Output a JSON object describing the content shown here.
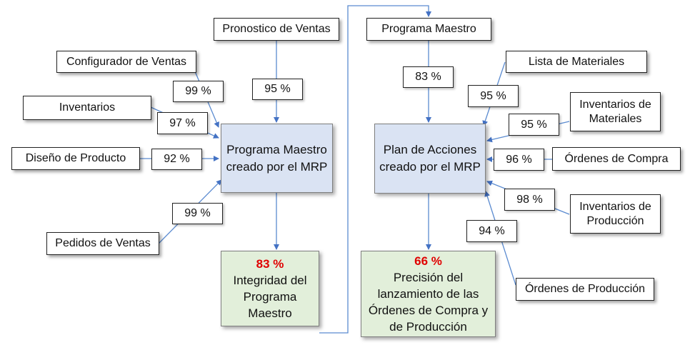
{
  "diagram": {
    "sources_left": {
      "pronostico": "Pronostico de Ventas",
      "configurador": "Configurador de Ventas",
      "inventarios": "Inventarios",
      "diseno": "Diseño de Producto",
      "pedidos": "Pedidos de Ventas"
    },
    "pct_left": {
      "pronostico": "95 %",
      "configurador": "99 %",
      "inventarios": "97 %",
      "diseno": "92 %",
      "pedidos": "99 %"
    },
    "process_left": "Programa Maestro creado por el MRP",
    "result_left": {
      "value": "83 %",
      "label": "Integridad del Programa Maestro"
    },
    "sources_right": {
      "programa": "Programa Maestro",
      "lista": "Lista de Materiales",
      "inv_materiales": "Inventarios de Materiales",
      "ordenes_compra": "Órdenes de Compra",
      "inv_produccion": "Inventarios de Producción",
      "ordenes_produccion": "Órdenes de Producción"
    },
    "pct_right": {
      "programa": "83 %",
      "lista": "95 %",
      "inv_materiales": "95 %",
      "ordenes_compra": "96 %",
      "inv_produccion": "98 %",
      "ordenes_produccion": "94 %"
    },
    "process_right": "Plan de Acciones creado por el MRP",
    "result_right": {
      "value": "66 %",
      "label": "Precisión del lanzamiento de las Órdenes de Compra y de Producción"
    }
  }
}
